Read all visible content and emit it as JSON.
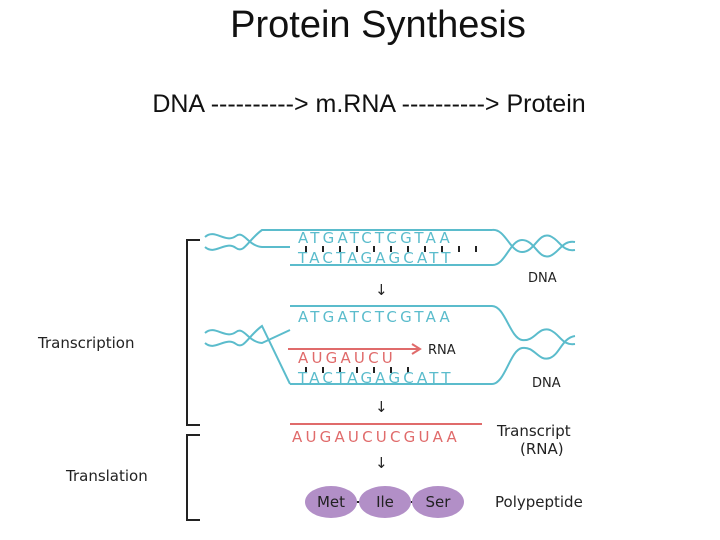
{
  "title": "Protein Synthesis",
  "flow": {
    "step1": "DNA",
    "arrow1": "---------->",
    "step2": "m.RNA",
    "arrow2": "---------->",
    "step3": "Protein"
  },
  "diagram": {
    "dna_top_strand": "ATGATCTCGTAA",
    "dna_bottom_strand": "TACTAGAGCATT",
    "dna_label": "DNA",
    "rna_partial": "AUGAUCU",
    "rna_label": "RNA",
    "transcript_sequence": "AUGAUCUCGUAA",
    "transcript_label": "Transcript",
    "transcript_sublabel": "(RNA)",
    "amino_acids": [
      "Met",
      "Ile",
      "Ser"
    ],
    "polypeptide_label": "Polypeptide",
    "transcription_label": "Transcription",
    "translation_label": "Translation",
    "down_arrow": "↓"
  },
  "colors": {
    "dna": "#5bbccc",
    "rna": "#e06b6b",
    "amino_acid": "#b28fc7",
    "bracket": "#222222"
  }
}
